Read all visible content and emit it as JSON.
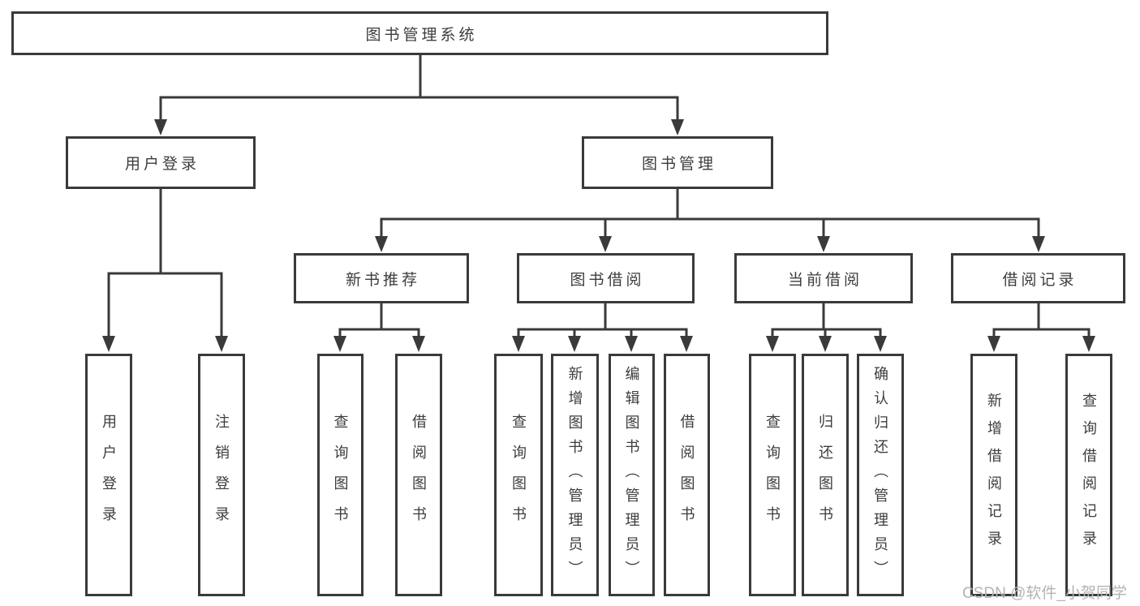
{
  "diagram_title": "图书管理系统",
  "nodes": {
    "root": "图书管理系统",
    "user_login": "用户登录",
    "book_mgmt": "图书管理",
    "new_book": "新书推荐",
    "book_borrow": "图书借阅",
    "current_borrow": "当前借阅",
    "borrow_record": "借阅记录",
    "login_v": "用户登录",
    "logout_v": "注销登录",
    "query_book_a": "查询图书",
    "borrow_book_a": "借阅图书",
    "query_book_b": "查询图书",
    "add_book_b": "新增图书（管理员）",
    "edit_book_b": "编辑图书（管理员）",
    "borrow_book_b": "借阅图书",
    "query_book_c": "查询图书",
    "return_book_c": "归还图书",
    "confirm_return_c": "确认归还（管理员）",
    "add_record_e": "新增借阅记录",
    "query_record_e": "查询借阅记录"
  },
  "hierarchy": {
    "图书管理系统": {
      "用户登录": [
        "用户登录",
        "注销登录"
      ],
      "图书管理": {
        "新书推荐": [
          "查询图书",
          "借阅图书"
        ],
        "图书借阅": [
          "查询图书",
          "新增图书（管理员）",
          "编辑图书（管理员）",
          "借阅图书"
        ],
        "当前借阅": [
          "查询图书",
          "归还图书",
          "确认归还（管理员）"
        ],
        "借阅记录": [
          "新增借阅记录",
          "查询借阅记录"
        ]
      }
    }
  },
  "watermark": "CSDN @软件_小贺同学",
  "colors": {
    "line": "#3a3a3a",
    "text": "#3d3d3d",
    "background": "#ffffff",
    "watermark": "#b3b3b3"
  }
}
